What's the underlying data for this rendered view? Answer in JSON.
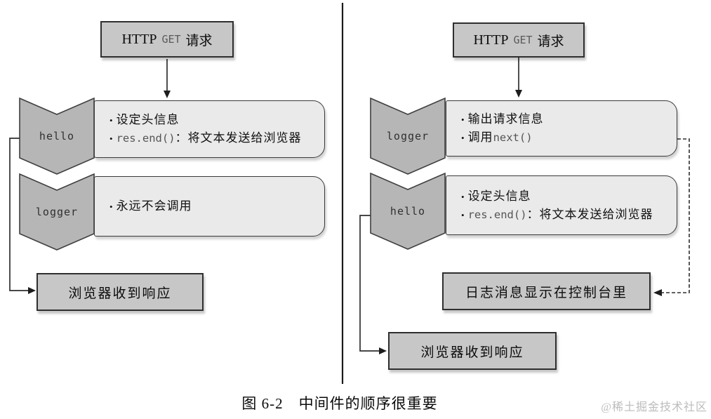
{
  "ui": {
    "bullet": "•"
  },
  "caption": "图 6-2　中间件的顺序很重要",
  "watermark": "@稀土掘金技术社区",
  "colors": {
    "solid_box_fill": "#c7c7c7",
    "chevron_fill": "#b6b6b6",
    "round_box_fill": "#eaeaea",
    "line": "#2f2f2f",
    "code_text": "#555555",
    "watermark_text": "#bcbcbc"
  },
  "left": {
    "http": {
      "pre": "HTTP",
      "method": "GET",
      "post": "请求"
    },
    "step1": {
      "tag": "hello",
      "b1": "设定头信息",
      "b2_code": "res.end()",
      "b2_text": "：将文本发送给浏览器"
    },
    "step2": {
      "tag": "logger",
      "b1": "永远不会调用"
    },
    "result": "浏览器收到响应"
  },
  "right": {
    "http": {
      "pre": "HTTP",
      "method": "GET",
      "post": "请求"
    },
    "step1": {
      "tag": "logger",
      "b1": "输出请求信息",
      "b2_text": "调用",
      "b2_code": "next()"
    },
    "step2": {
      "tag": "hello",
      "b1": "设定头信息",
      "b2_code": "res.end()",
      "b2_text": "：将文本发送给浏览器"
    },
    "log_result": "日志消息显示在控制台里",
    "result": "浏览器收到响应"
  }
}
